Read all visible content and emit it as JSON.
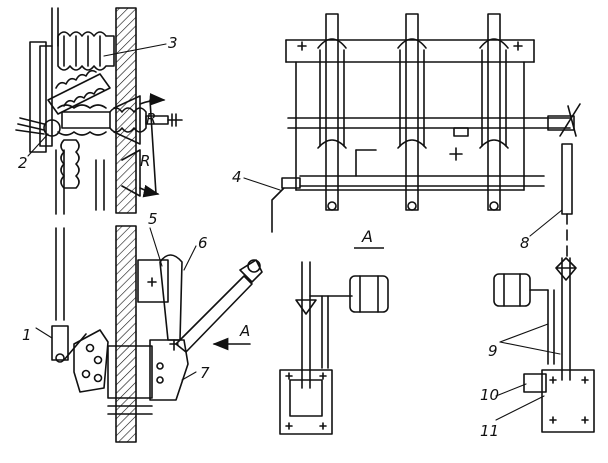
{
  "drawing": {
    "stroke_color": "#111111",
    "background": "#ffffff",
    "labels": {
      "l1": "1",
      "l2": "2",
      "l3": "3",
      "l4": "4",
      "l5": "5",
      "l6": "6",
      "l7": "7",
      "l8": "8",
      "l9": "9",
      "l10": "10",
      "l11": "11",
      "r1": "R",
      "r2": "R",
      "view_arrow": "A",
      "view_title": "A"
    }
  }
}
